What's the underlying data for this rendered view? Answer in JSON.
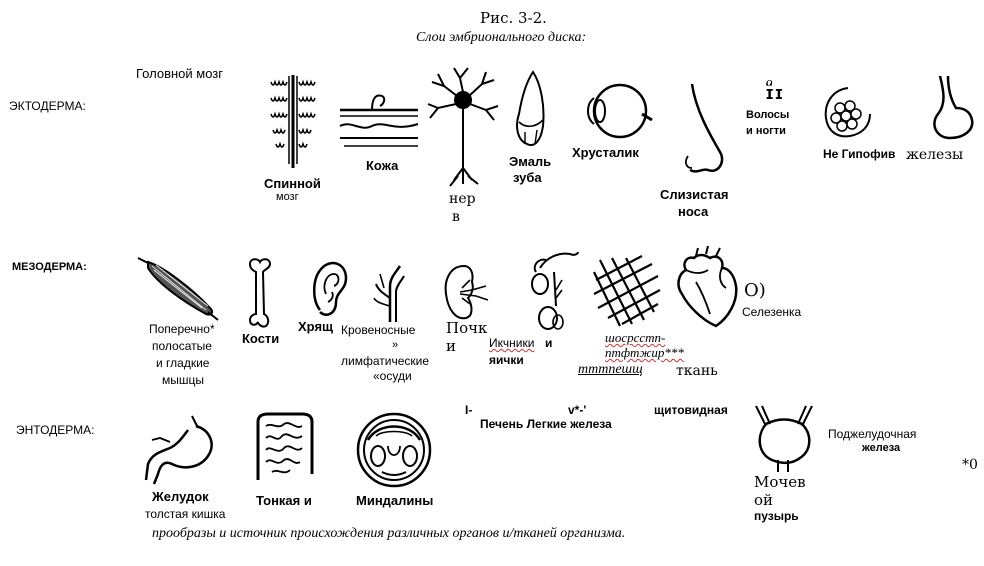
{
  "figure": {
    "caption_number": "Рис. 3-2.",
    "caption_title": "Слои эмбрионального диска:",
    "caption_bottom": "прообразы и источник происхождения различных органов и/тканей организма."
  },
  "layers": {
    "ectoderm": "ЭКТОДЕРМА:",
    "mesoderm": "МЕЗОДЕРМА:",
    "endoderm": "ЭНТОДЕРМА:"
  },
  "ectoderm_labels": {
    "brain": "Головной мозг",
    "spinal_1": "Спинной",
    "spinal_2": "мозг",
    "skin": "Кожа",
    "nerve_1": "нер",
    "nerve_2": "в",
    "enamel_1": "Эмаль",
    "enamel_2": "зуба",
    "lens": "Хрусталик",
    "mucosa_1": "Слизистая",
    "mucosa_2": "носа",
    "hair_mark": "о",
    "hair_glyph": "ɪ̈ɪ",
    "hair_1": "Волосы",
    "hair_2": "и ногти",
    "pituitary": "Не Гипофив",
    "glands": "железы"
  },
  "mesoderm_labels": {
    "muscle_1": "Поперечно*",
    "muscle_2": "полосатые",
    "muscle_3": "и гладкие",
    "muscle_4": "мышцы",
    "bones": "Кости",
    "cartilage": "Хрящ",
    "vessels_1": "Кровеносные",
    "vessels_2": "»",
    "vessels_3": "лимфатические",
    "vessels_4": "«осуди",
    "kidney_1": "Почк",
    "kidney_2": "и",
    "ovaries_1": "Икчники",
    "ovaries_and": "и",
    "ovaries_2": "яички",
    "spleen_mark": "О)",
    "spleen": "Селезенка",
    "tissue_1": "шосрсстп-",
    "tissue_2": "птфтжир***",
    "tissue_3": "тттпешщ",
    "tissue_4": "ткань"
  },
  "endoderm_labels": {
    "stomach": "Желудок",
    "intestine_1": "Тонкая и",
    "intestine_2": "толстая кишка",
    "tonsils": "Миндалины",
    "mark_1": "I-",
    "mark_2": "v*-'",
    "thyroid": "щитовидная",
    "liver_lungs_gland": "Печень Легкие железа",
    "pancreas_1": "Поджелудочная",
    "pancreas_2": "железа",
    "bladder_1": "Мочев",
    "bladder_2": "ой",
    "bladder_3": "пузырь",
    "corner_mark": "*0"
  }
}
